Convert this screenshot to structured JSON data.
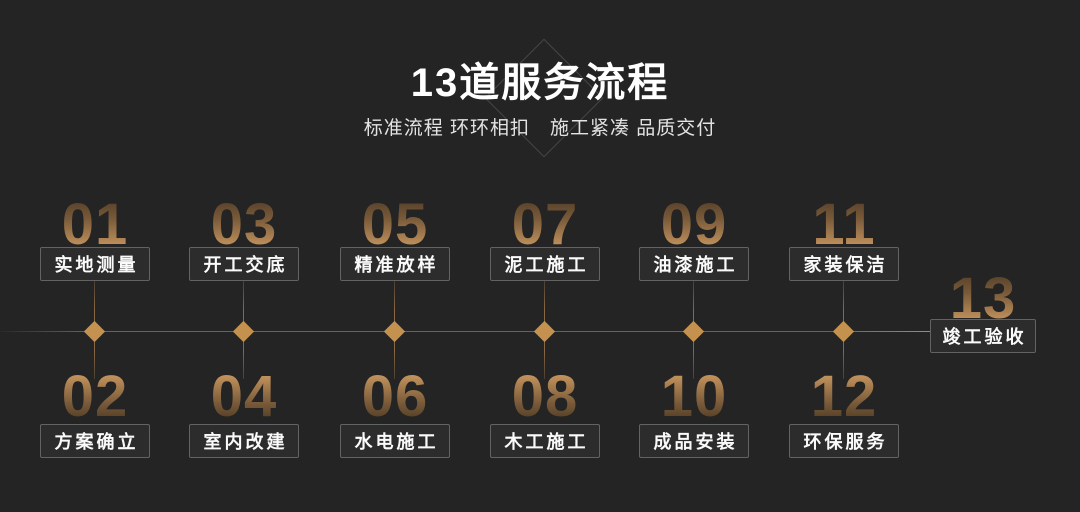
{
  "header": {
    "title": "13道服务流程",
    "subtitle": "标准流程 环环相扣　施工紧凑 品质交付"
  },
  "steps": [
    {
      "number": "01",
      "label": "实地测量"
    },
    {
      "number": "02",
      "label": "方案确立"
    },
    {
      "number": "03",
      "label": "开工交底"
    },
    {
      "number": "04",
      "label": "室内改建"
    },
    {
      "number": "05",
      "label": "精准放样"
    },
    {
      "number": "06",
      "label": "水电施工"
    },
    {
      "number": "07",
      "label": "泥工施工"
    },
    {
      "number": "08",
      "label": "木工施工"
    },
    {
      "number": "09",
      "label": "油漆施工"
    },
    {
      "number": "10",
      "label": "成品安装"
    },
    {
      "number": "11",
      "label": "家装保洁"
    },
    {
      "number": "12",
      "label": "环保服务"
    },
    {
      "number": "13",
      "label": "竣工验收"
    }
  ],
  "colors": {
    "background": "#242424",
    "gold_bright": "#d6a266",
    "gold_dark": "#4e3a26",
    "timeline_line": "#7d5f3e",
    "diamond_marker": "#c5914f",
    "box_background": "#2c2c2c",
    "box_border": "#636363",
    "label_text": "#fafafa",
    "title_text": "#ffffff"
  }
}
